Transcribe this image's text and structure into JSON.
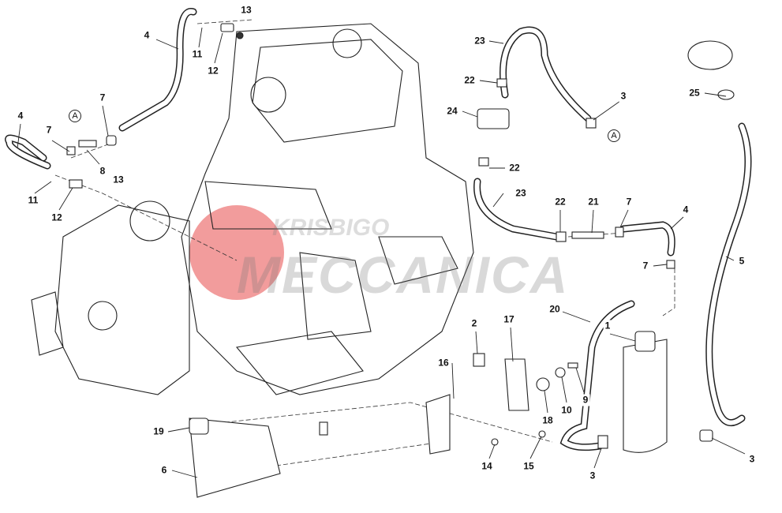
{
  "diagram": {
    "watermark_top": "KRISBIGO",
    "watermark": "MECCANICA",
    "watermark_color": "#e84a4a",
    "labels": [
      "13",
      "4",
      "11",
      "12",
      "7",
      "A",
      "4",
      "7",
      "8",
      "13",
      "11",
      "12",
      "23",
      "22",
      "3",
      "24",
      "A",
      "22",
      "23",
      "22",
      "21",
      "7",
      "4",
      "25",
      "5",
      "7",
      "20",
      "1",
      "2",
      "17",
      "16",
      "9",
      "10",
      "18",
      "19",
      "14",
      "15",
      "3",
      "3",
      "6"
    ]
  }
}
